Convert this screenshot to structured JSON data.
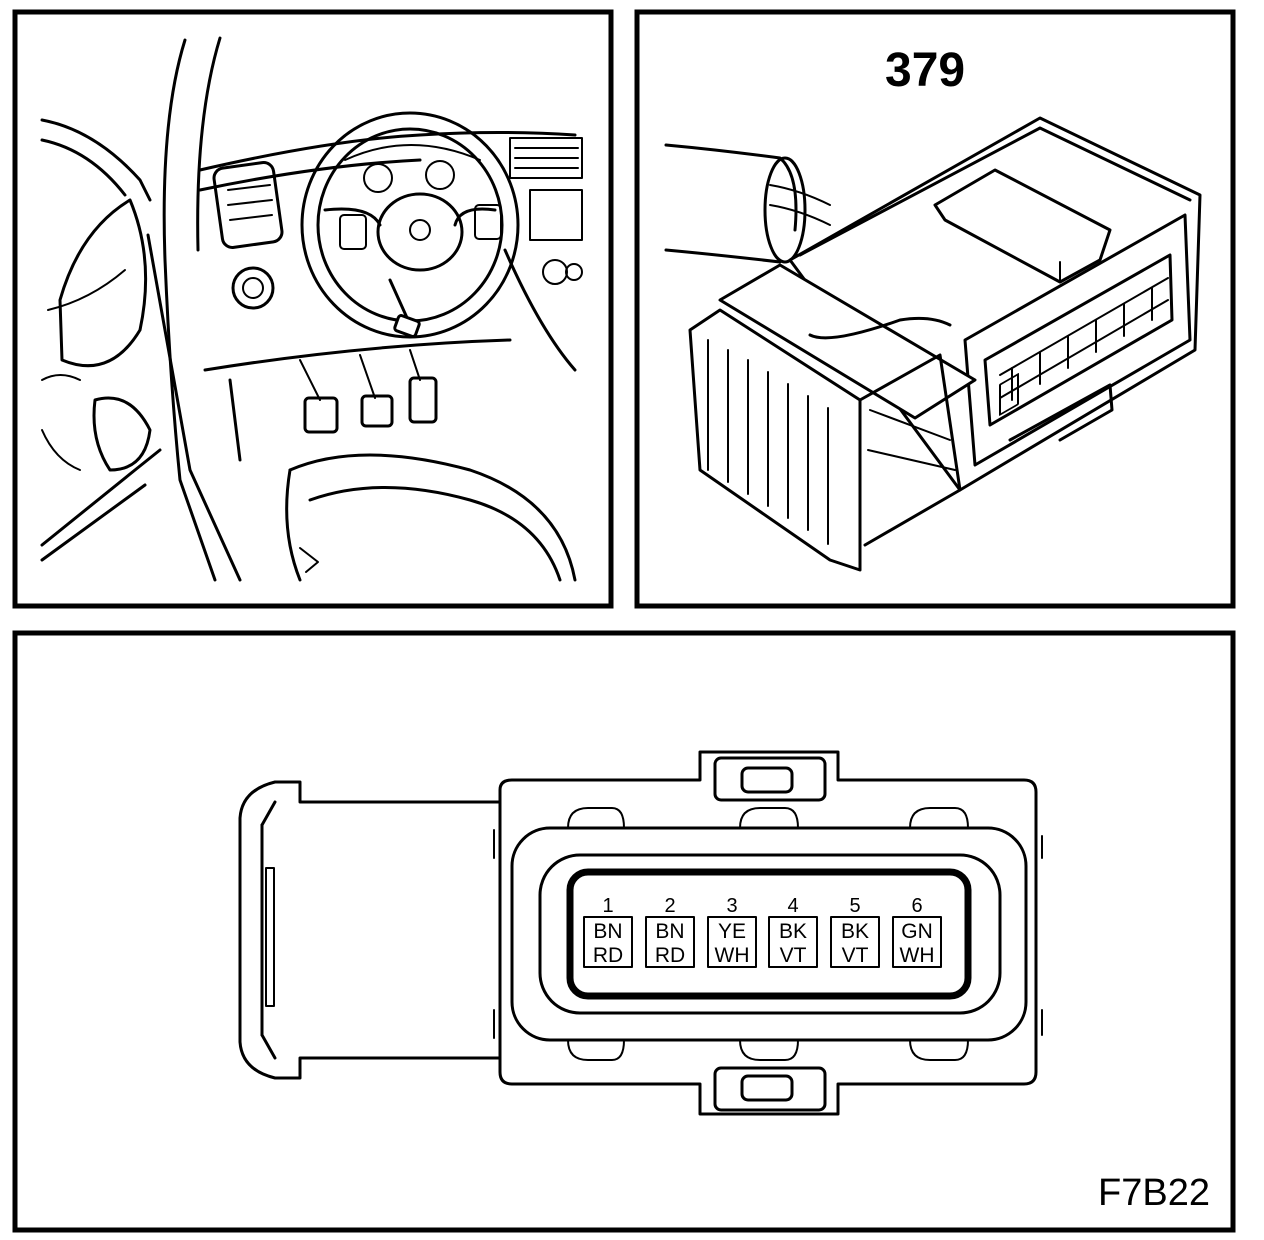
{
  "connector": {
    "number": "379",
    "figure_code": "F7B22",
    "pins": [
      {
        "number": "1",
        "color_top": "BN",
        "color_bottom": "RD"
      },
      {
        "number": "2",
        "color_top": "BN",
        "color_bottom": "RD"
      },
      {
        "number": "3",
        "color_top": "YE",
        "color_bottom": "WH"
      },
      {
        "number": "4",
        "color_top": "BK",
        "color_bottom": "VT"
      },
      {
        "number": "5",
        "color_top": "BK",
        "color_bottom": "VT"
      },
      {
        "number": "6",
        "color_top": "GN",
        "color_bottom": "WH"
      }
    ]
  }
}
